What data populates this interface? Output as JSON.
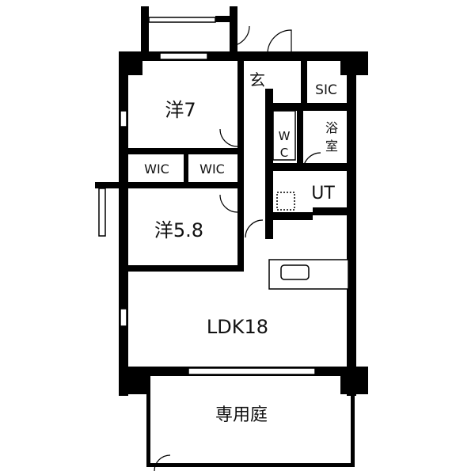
{
  "floor_plan": {
    "rooms": {
      "western_room_7": "洋7",
      "entrance": "玄",
      "sic": "SIC",
      "bathroom_1": "浴",
      "bathroom_2": "室",
      "wc_1": "W",
      "wc_2": "C",
      "wic_1": "WIC",
      "wic_2": "WIC",
      "utility": "UT",
      "western_room_58": "洋5.8",
      "ldk": "LDK18",
      "private_garden": "専用庭"
    },
    "colors": {
      "wall": "#000000",
      "background": "#ffffff"
    }
  }
}
